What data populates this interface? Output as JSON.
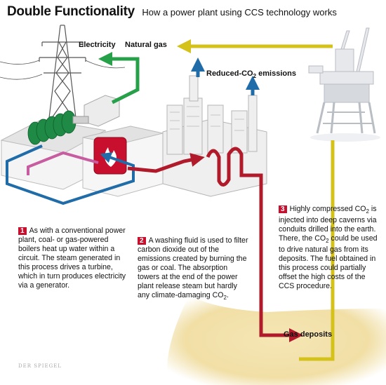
{
  "title": "Double Functionality",
  "subtitle": "How a power plant using CCS technology works",
  "labels": {
    "electricity": "Electricity",
    "natural_gas": "Natural gas",
    "reduced_co2_pre": "Reduced-CO",
    "reduced_co2_sub": "2",
    "reduced_co2_post": " emissions",
    "gas_deposits": "Gas deposits"
  },
  "steps": [
    {
      "number": "1",
      "text": "As with a conventional power plant, coal- or gas-powered boilers heat up water within a circuit. The steam generated in this process drives a turbine, which in turn produces electricity via a generator."
    },
    {
      "number": "2",
      "text_pre": "A washing fluid is used to filter carbon dioxide out of the emissions created by burning the gas or coal. The absorption towers at the end of the power plant release steam but hardly any climate-damaging CO",
      "text_sub": "2",
      "text_post": "."
    },
    {
      "number": "3",
      "t1": "Highly compressed CO",
      "t1_sub": "2",
      "t2": " is injected into deep caverns via conduits drilled into the earth. There, the CO",
      "t2_sub": "2",
      "t3": " could be used to drive natural gas from its deposits. The fuel obtained in this process could partially offset the high costs of the CCS procedure."
    }
  ],
  "credit": "DER SPIEGEL",
  "colors": {
    "green": "#27a04a",
    "yellow": "#d4c21a",
    "red": "#b01a2a",
    "blue": "#1f6ca8",
    "pink": "#c85ca0",
    "step_badge": "#c8102e"
  }
}
